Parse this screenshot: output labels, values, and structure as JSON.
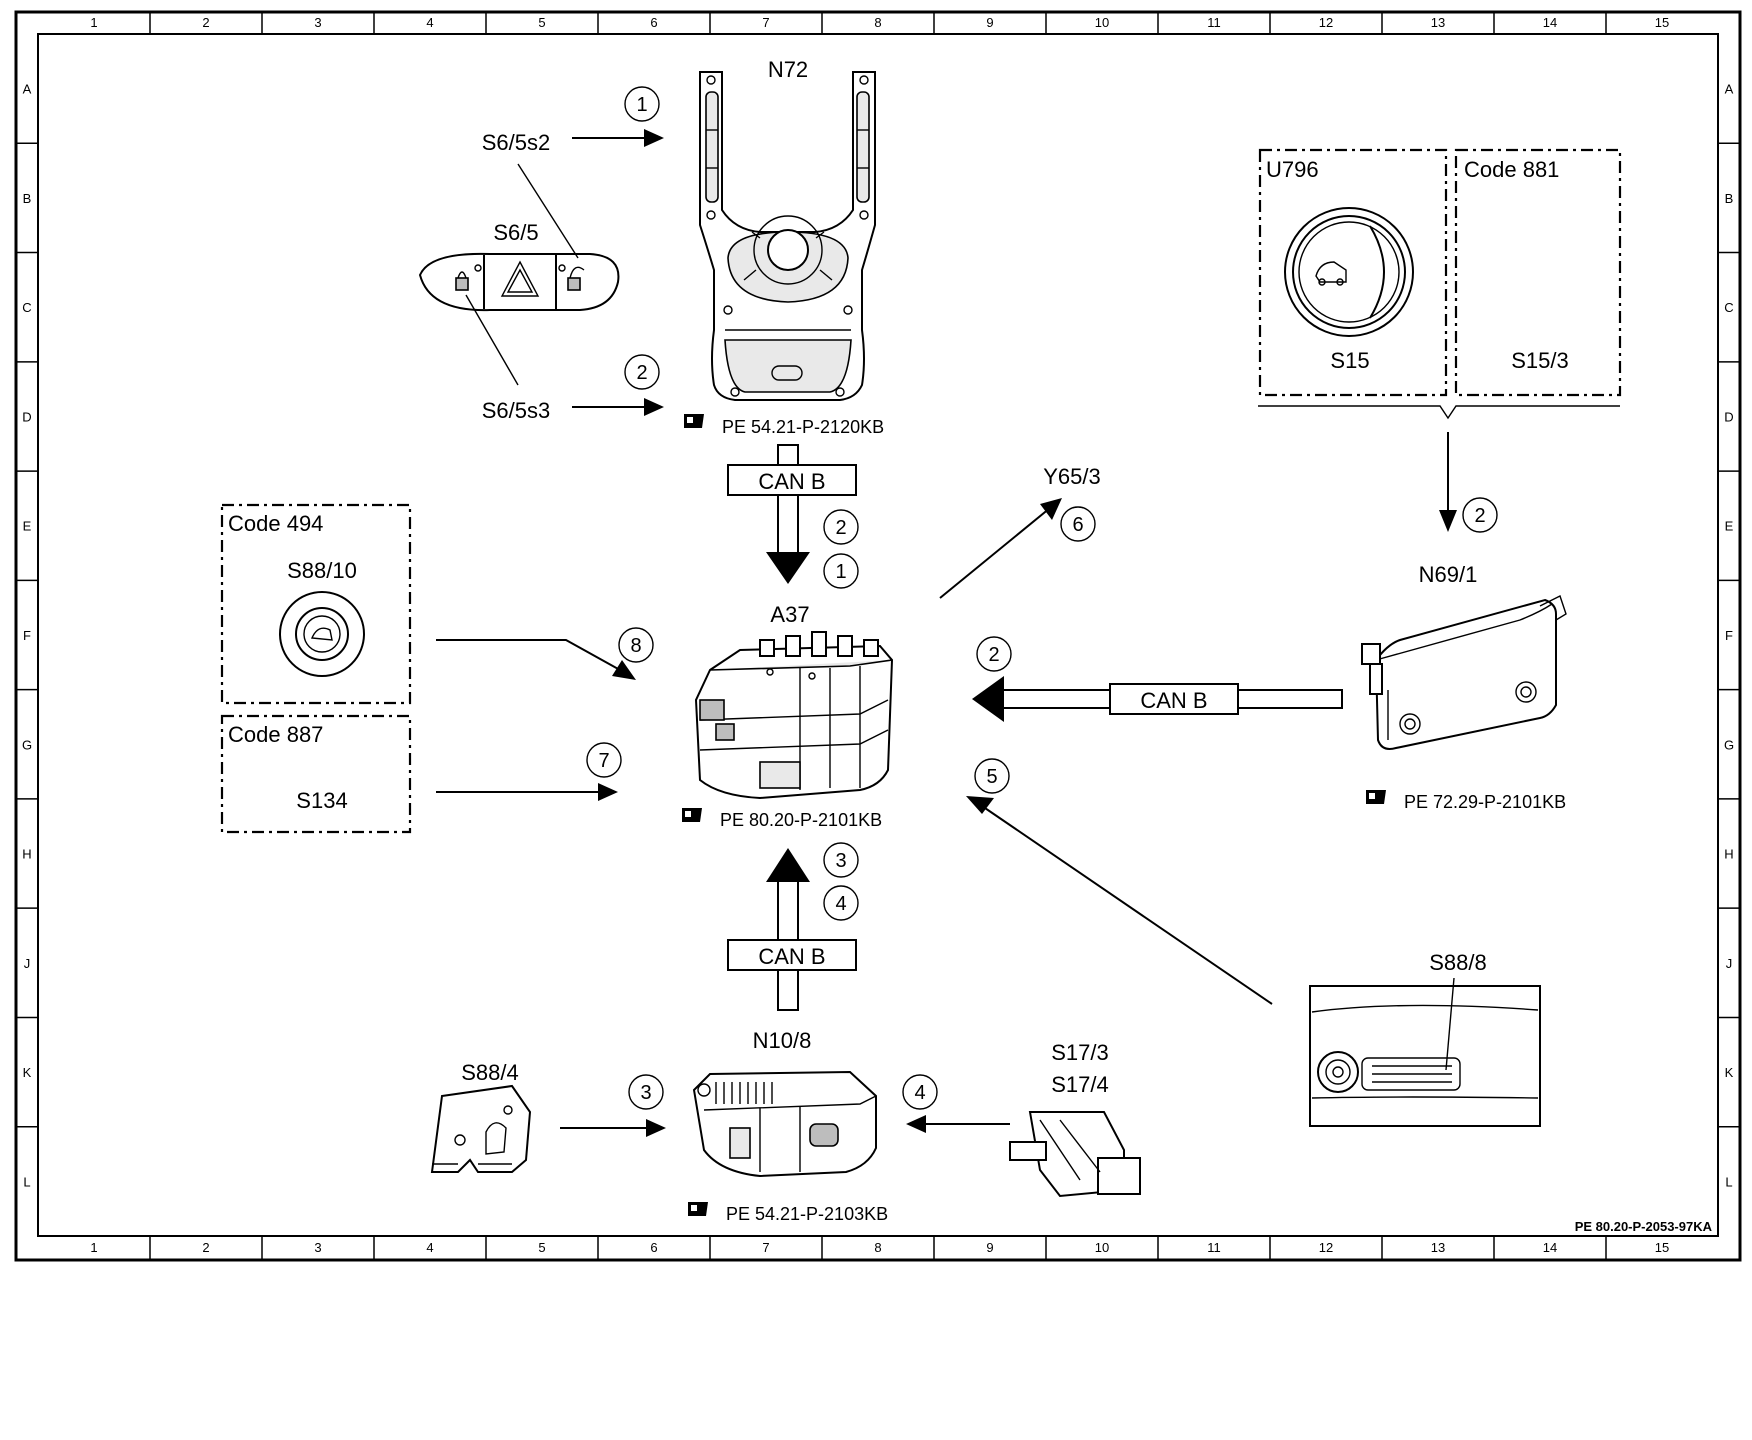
{
  "grid": {
    "columns": [
      "1",
      "2",
      "3",
      "4",
      "5",
      "6",
      "7",
      "8",
      "9",
      "10",
      "11",
      "12",
      "13",
      "14",
      "15"
    ],
    "rows": [
      "A",
      "B",
      "C",
      "D",
      "E",
      "F",
      "G",
      "H",
      "J",
      "K",
      "L"
    ]
  },
  "components": {
    "n72": "N72",
    "s6_5": "S6/5",
    "s6_5s2": "S6/5s2",
    "s6_5s3": "S6/5s3",
    "u796": "U796",
    "code881": "Code 881",
    "s15": "S15",
    "s15_3": "S15/3",
    "y65_3": "Y65/3",
    "code494": "Code 494",
    "s88_10": "S88/10",
    "code887": "Code 887",
    "s134": "S134",
    "a37": "A37",
    "n69_1": "N69/1",
    "s88_8": "S88/8",
    "n10_8": "N10/8",
    "s88_4": "S88/4",
    "s17_3": "S17/3",
    "s17_4": "S17/4"
  },
  "references": {
    "n72": "PE 54.21-P-2120KB",
    "a37": "PE 80.20-P-2101KB",
    "n69_1": "PE 72.29-P-2101KB",
    "n10_8": "PE 54.21-P-2103KB"
  },
  "bus": {
    "top": "CAN B",
    "right": "CAN B",
    "bottom": "CAN B"
  },
  "markers": {
    "m_s6_top": "1",
    "m_s6_bottom": "2",
    "m_bus_top_a": "2",
    "m_bus_top_b": "1",
    "m_y65": "6",
    "m_n69_in": "2",
    "m_n69_out": "2",
    "m_s88_10": "8",
    "m_s134": "7",
    "m_s88_8": "5",
    "m_bus_bottom_a": "3",
    "m_bus_bottom_b": "4",
    "m_s88_4": "3",
    "m_s17": "4"
  },
  "document_id": "PE 80.20-P-2053-97KA"
}
